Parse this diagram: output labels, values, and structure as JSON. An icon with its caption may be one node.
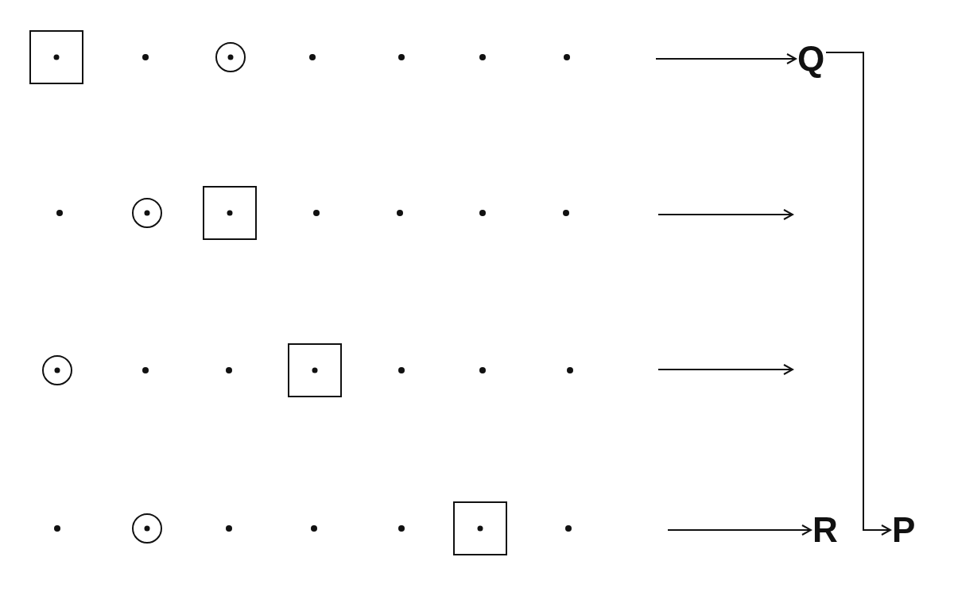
{
  "diagram": {
    "nodes": [
      {
        "text": [
          "Q"
        ]
      },
      {
        "text": [
          "R"
        ]
      },
      {
        "text": [
          "P"
        ]
      }
    ],
    "edges": [
      {
        "from": null,
        "to": 0,
        "arrow": "to"
      },
      {
        "from": null,
        "to": 1,
        "arrow": "to"
      },
      {
        "from": 0,
        "to": 2,
        "arrow": "to"
      }
    ]
  }
}
